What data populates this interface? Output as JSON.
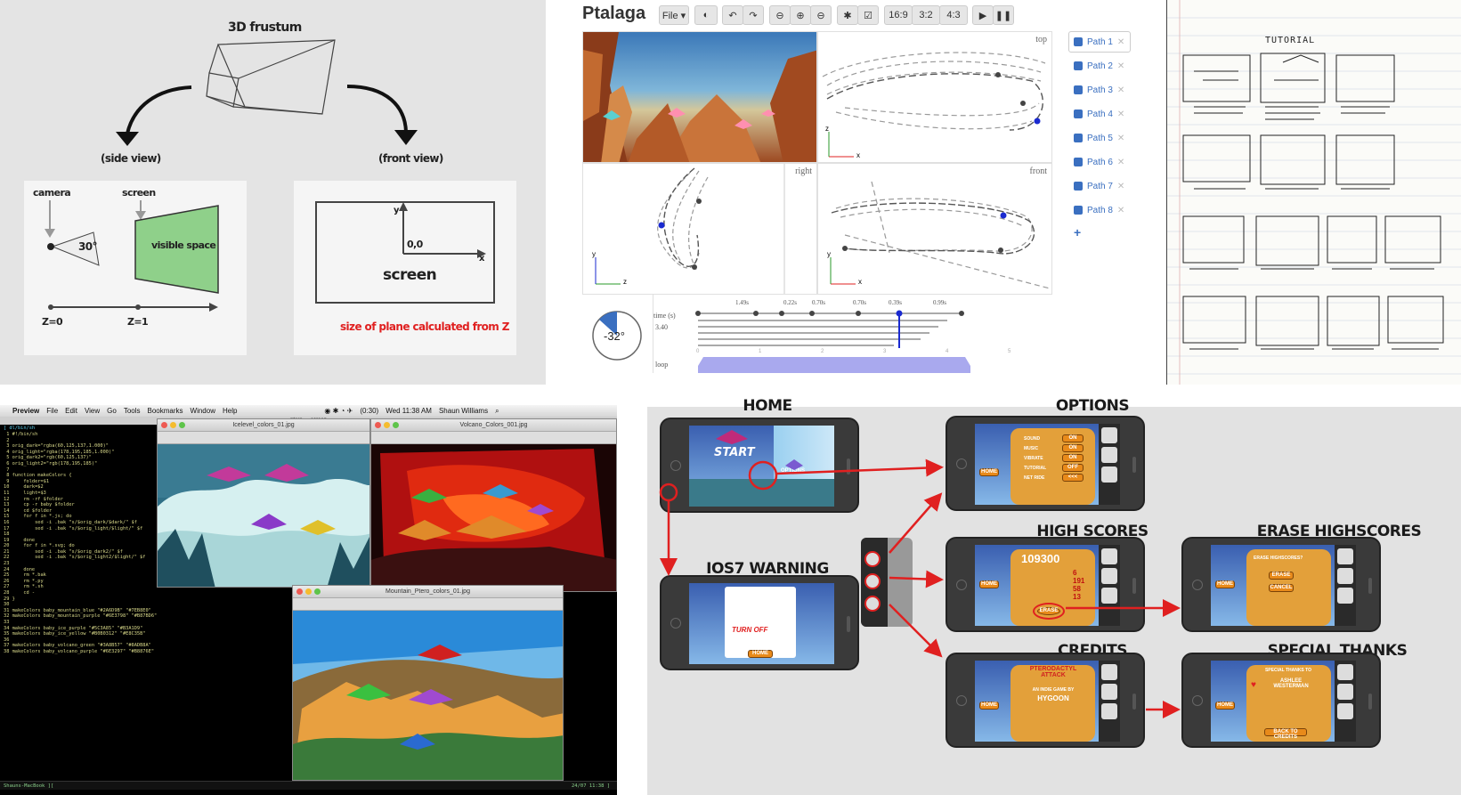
{
  "frustum": {
    "title": "3D frustum",
    "side_view": "(side view)",
    "front_view": "(front view)",
    "camera": "camera",
    "screen_label": "screen",
    "angle": "30°",
    "visible_space": "visible space",
    "z0": "Z=0",
    "z1": "Z=1",
    "axis_y": "y",
    "axis_x": "x",
    "origin": "0,0",
    "screen_big": "screen",
    "plane_note": "size of plane calculated from Z"
  },
  "ptalaga": {
    "title": "Ptalaga",
    "file_menu": "File ▾",
    "ratio_options": [
      "16:9",
      "3:2",
      "4:3"
    ],
    "view_labels": {
      "top": "top",
      "right": "right",
      "front": "front"
    },
    "paths": [
      "Path 1",
      "Path 2",
      "Path 3",
      "Path 4",
      "Path 5",
      "Path 6",
      "Path 7",
      "Path 8"
    ],
    "add_path": "+",
    "angle": "-32°",
    "time_label": "time (s)",
    "time_value": "3.40",
    "loop_label": "loop",
    "timeline_marks": [
      "1.49s",
      "0.22s",
      "0.70s",
      "0.70s",
      "0.39s",
      "0.99s"
    ],
    "axis_ticks": [
      "0",
      "1",
      "2",
      "3",
      "4",
      "5"
    ],
    "axes": {
      "x": "x",
      "y": "y",
      "z": "z"
    }
  },
  "notebook": {
    "title": "TUTORIAL"
  },
  "mac": {
    "menubar": [
      "Preview",
      "File",
      "Edit",
      "View",
      "Go",
      "Tools",
      "Bookmarks",
      "Window",
      "Help"
    ],
    "clock": "Wed 11:38 AM",
    "user": "Shaun Williams",
    "battery": "(0:30)",
    "terminal_title": "ptero — screen",
    "prompt_top": "[ dl/bin/sh",
    "win1_title": "Icelevel_colors_01.jpg",
    "win2_title": "Volcano_Colors_001.jpg",
    "win3_title": "Mountain_Ptero_colors_01.jpg",
    "status_left": "Shauns-MacBook ][",
    "status_right": "24/07 11:38 ]",
    "code_lines": [
      " 1 #!/bin/sh",
      " 2",
      " 3 orig_dark=\"rgba(60,125,137,1.000)\"",
      " 4 orig_light=\"rgba(178,195,185,1.000)\"",
      " 5 orig_dark2=\"rgb(60,125,137)\"",
      " 6 orig_light2=\"rgb(178,195,185)\"",
      " 7",
      " 8 function makeColors {",
      " 9     folder=$1",
      "10     dark=$2",
      "11     light=$3",
      "12     rm -rf $folder",
      "13     cp -r baby $folder",
      "14     cd $folder",
      "15     for f in *.js; do",
      "16         sed -i .bak \"s/$orig_dark/$dark/\" $f",
      "17         sed -i .bak \"s/$orig_light/$light/\" $f",
      "18",
      "19     done",
      "20     for f in *.svg; do",
      "21         sed -i .bak \"s/$orig_dark2/\" $f",
      "22         sed -i .bak \"s/$orig_light2/$light/\" $f",
      "23",
      "24     done",
      "25     rm *.bak",
      "26     rm *.py",
      "27     rm *.sh",
      "28     cd -",
      "29 }",
      "30",
      "31 makeColors baby_mountain_blue \"#2A6D9B\" \"#7EB8E0\"",
      "32 makeColors baby_mountain_purple \"#6E3798\" \"#B87BD6\"",
      "33",
      "34 makeColors baby_ice_purple \"#5C3A85\" \"#B3A1D9\"",
      "35 makeColors baby_ice_yellow \"#B0B0312\" \"#E8C35B\"",
      "36",
      "37 makeColors baby_volcano_green \"#3A8B57\" \"#8ADB8A\"",
      "38 makeColors baby_volcano_purple \"#6E3297\" \"#B8876E\""
    ]
  },
  "flow": {
    "home": "HOME",
    "options": "OPTIONS",
    "high_scores": "HIGH SCORES",
    "erase_highscores": "ERASE HIGHSCORES",
    "ios7_warning": "IOS7 WARNING",
    "credits": "CREDITS",
    "special_thanks": "SPECIAL THANKS",
    "start": "START",
    "options_small": "OPTIONS",
    "score": "109300",
    "erase": "ERASE",
    "cancel": "CANCEL",
    "home_btn": "HOME",
    "turn_off": "TURN OFF",
    "back_to_credits": "BACK TO CREDITS",
    "erase_q": "ERASE HIGHSCORES?",
    "options_items": [
      "SOUND",
      "MUSIC",
      "VIBRATE",
      "TUTORIAL",
      "NET RIDE"
    ],
    "options_vals": [
      "ON",
      "ON",
      "ON",
      "OFF",
      "<<<"
    ],
    "scores_list": [
      "6",
      "191",
      "58",
      "13"
    ],
    "credits_title": "PTERODACTYL ATTACK",
    "credits_line1": "AN INDIE GAME BY",
    "credits_line2": "HYGOON",
    "thanks_head": "SPECIAL THANKS TO",
    "thanks_name": "ASHLEE WESTERMAN"
  },
  "colors": {
    "red_arrow": "#e02020",
    "path_blue": "#3a6fc0",
    "visible_green": "#8fd08a",
    "plane_note_red": "#e02020"
  }
}
